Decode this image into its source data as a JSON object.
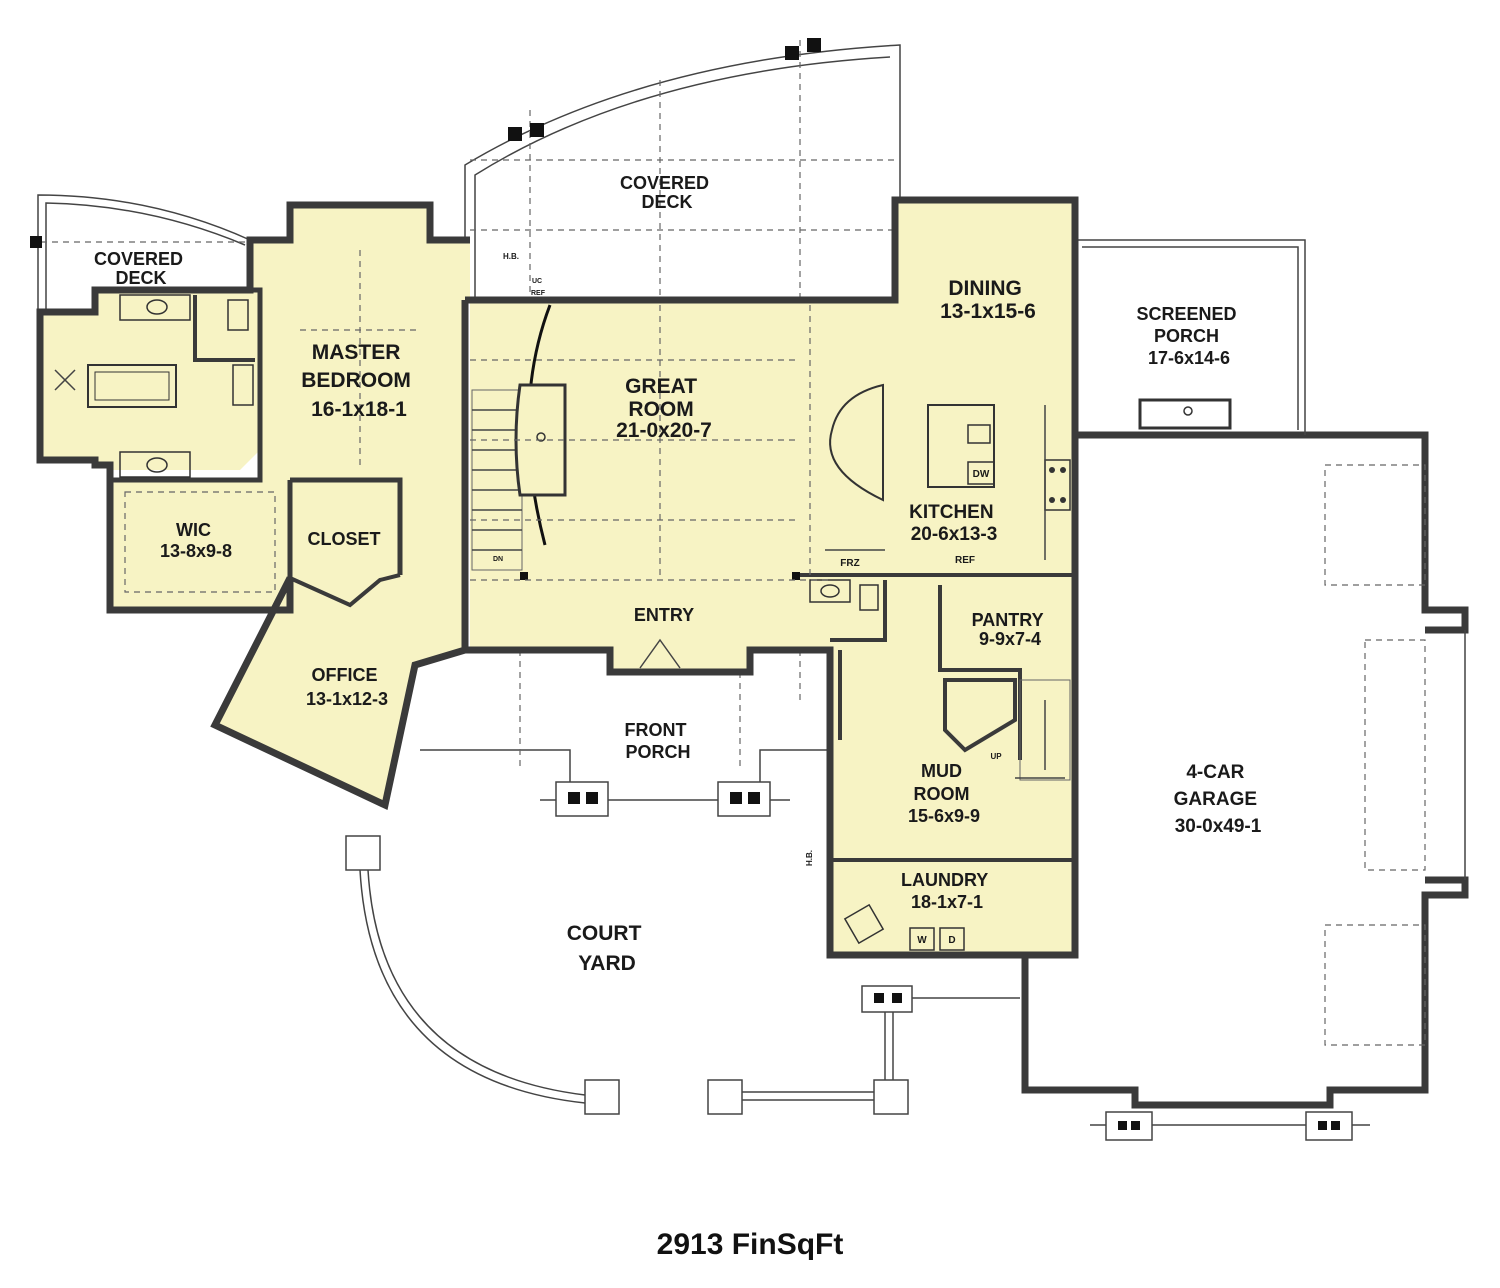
{
  "rooms": {
    "covered_deck_left": [
      "COVERED",
      "DECK"
    ],
    "covered_deck_top": [
      "COVERED",
      "DECK"
    ],
    "master_bedroom": [
      "MASTER",
      "BEDROOM",
      "16-1x18-1"
    ],
    "wic": [
      "WIC",
      "13-8x9-8"
    ],
    "closet": [
      "CLOSET"
    ],
    "office": [
      "OFFICE",
      "13-1x12-3"
    ],
    "great_room": [
      "GREAT",
      "ROOM",
      "21-0x20-7"
    ],
    "entry": [
      "ENTRY"
    ],
    "front_porch": [
      "FRONT",
      "PORCH"
    ],
    "dining": [
      "DINING",
      "13-1x15-6"
    ],
    "kitchen": [
      "KITCHEN",
      "20-6x13-3"
    ],
    "screened_porch": [
      "SCREENED",
      "PORCH",
      "17-6x14-6"
    ],
    "pantry": [
      "PANTRY",
      "9-9x7-4"
    ],
    "mud_room": [
      "MUD",
      "ROOM",
      "15-6x9-9"
    ],
    "laundry": [
      "LAUNDRY",
      "18-1x7-1"
    ],
    "garage": [
      "4-CAR",
      "GARAGE",
      "30-0x49-1"
    ],
    "court_yard": [
      "COURT",
      "YARD"
    ]
  },
  "fixtures": {
    "hose_bib_top": "H.B.",
    "hose_bib_side": "H.B.",
    "uc_ref": [
      "UC",
      "REF"
    ],
    "freezer": "FRZ",
    "refrigerator": "REF",
    "dishwasher": "DW",
    "stair_down": "DN",
    "stair_up": "UP",
    "washer": "W",
    "dryer": "D"
  },
  "footer": {
    "area": "2913 FinSqFt"
  },
  "colors": {
    "floor": "#f7f3c4",
    "wall": "#3a3a3a",
    "background": "#ffffff"
  }
}
